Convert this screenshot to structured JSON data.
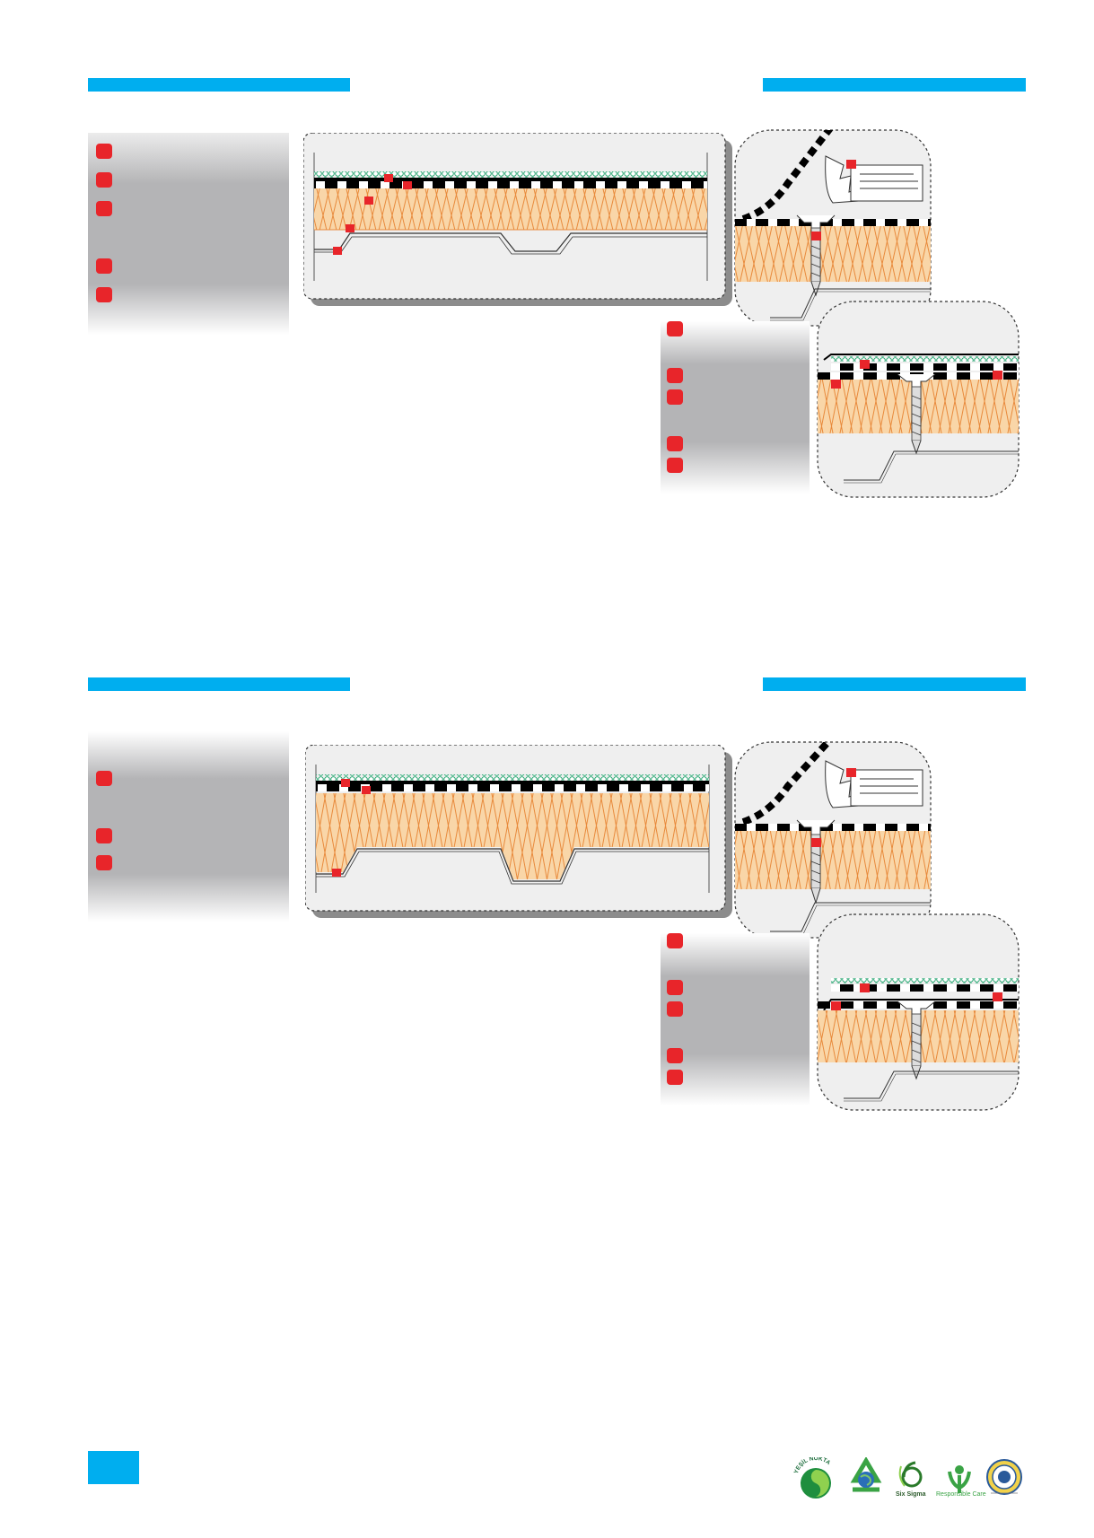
{
  "colors": {
    "accent": "#00aeef",
    "marker": "#e8252a",
    "insulation": "#f9d6a8",
    "insulation_line": "#e88a3c",
    "membrane_green": "#1aa36a"
  },
  "footer": {
    "logos": [
      {
        "icon": "yesil-nokta-icon",
        "label": "YEŞİL NOKTA"
      },
      {
        "icon": "recycle-globe-icon",
        "label": ""
      },
      {
        "icon": "six-sigma-icon",
        "label": "Six Sigma"
      },
      {
        "icon": "responsible-care-icon",
        "label": "Responsible Care"
      },
      {
        "icon": "quality-seal-icon",
        "label": ""
      }
    ]
  }
}
